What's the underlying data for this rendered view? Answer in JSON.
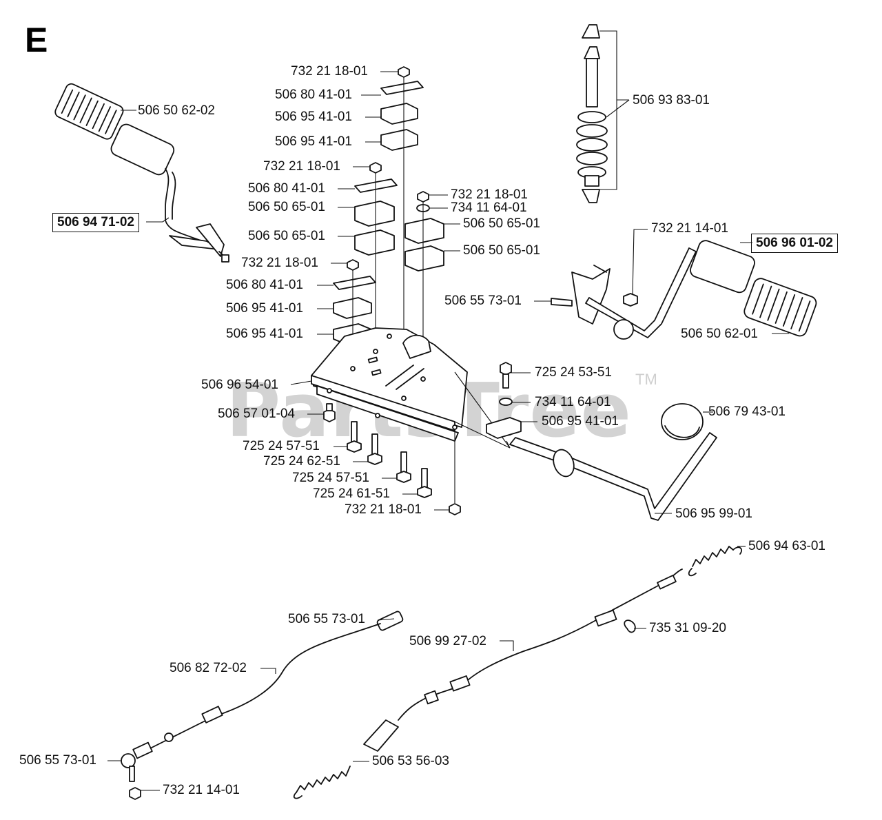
{
  "section_letter": "E",
  "watermark": "PartsTree",
  "watermark_tm": "TM",
  "callouts": {
    "pedal_pad_left": "506 50 62-02",
    "pedal_assembly_left": "506 94 71-02",
    "nut_a": "732 21 18-01",
    "plate_a": "506 80 41-01",
    "bushing_a1": "506 95 41-01",
    "bushing_a2": "506 95 41-01",
    "nut_b": "732 21 18-01",
    "plate_b": "506 80 41-01",
    "bushing_b1": "506 50 65-01",
    "bushing_b2": "506 50 65-01",
    "nut_c": "732 21 18-01",
    "washer_c": "734 11 64-01",
    "bushing_c1": "506 50 65-01",
    "bushing_c2": "506 50 65-01",
    "nut_d": "732 21 18-01",
    "plate_d": "506 80 41-01",
    "bushing_d1": "506 95 41-01",
    "bushing_d2": "506 95 41-01",
    "mount_plate": "506 96 54-01",
    "screw_small": "506 57 01-04",
    "bolt_1": "725 24 57-51",
    "bolt_2": "725 24 62-51",
    "bolt_3": "725 24 57-51",
    "bolt_4": "725 24 61-51",
    "nut_bottom": "732 21 18-01",
    "bolt_right": "725 24 53-51",
    "washer_right": "734 11 64-01",
    "bushing_right": "506 95 41-01",
    "knob": "506 79 43-01",
    "shift_rod": "506 95 99-01",
    "damper": "506 93 83-01",
    "nut_right_pedal": "732 21 14-01",
    "pedal_assembly_right": "506 96 01-02",
    "clevis_right_pedal": "506 55 73-01",
    "pedal_pad_right": "506 50 62-01",
    "spring_top": "506 94 63-01",
    "clip": "735 31 09-20",
    "cable_right": "506 99 27-02",
    "clevis_cable_top": "506 55 73-01",
    "cable_left": "506 82 72-02",
    "clevis_cable_bottom": "506 55 73-01",
    "nut_cable_bottom": "732 21 14-01",
    "spring_bottom": "506 53 56-03"
  }
}
